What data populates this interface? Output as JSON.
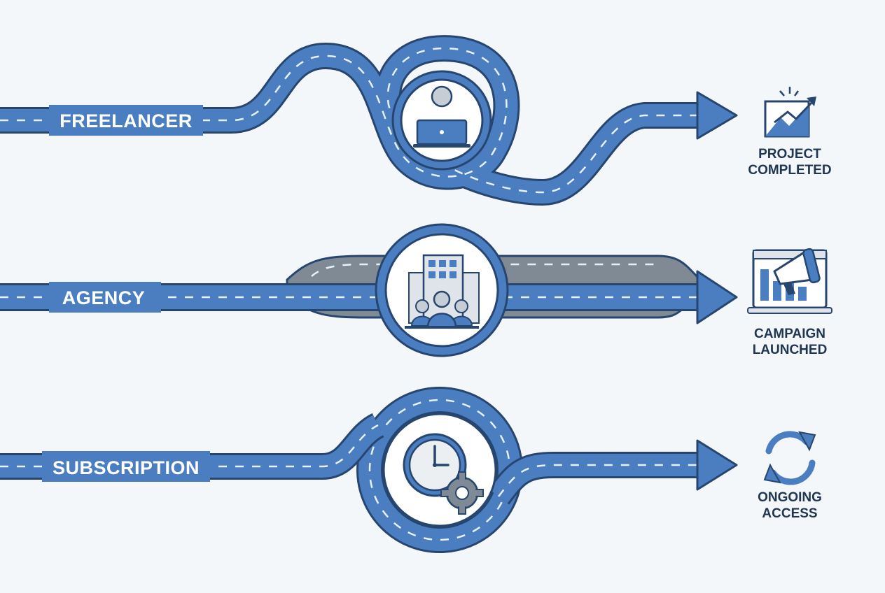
{
  "colors": {
    "background": "#f3f7fa",
    "road_blue": "#4a7ec0",
    "road_outline": "#27466f",
    "road_gray": "#7f8a95",
    "dash": "#e8f0f8",
    "icon_fill": "#4a7ec0",
    "text_dark": "#1f3550"
  },
  "paths": [
    {
      "id": "freelancer",
      "label": "FREELANCER",
      "center_icon": "freelancer-laptop-icon",
      "outcome_icon": "chart-growth-icon",
      "outcome_lines": [
        "PROJECT",
        "COMPLETED"
      ]
    },
    {
      "id": "agency",
      "label": "AGENCY",
      "center_icon": "agency-team-building-icon",
      "outcome_icon": "megaphone-dashboard-icon",
      "outcome_lines": [
        "CAMPAIGN",
        "LAUNCHED"
      ]
    },
    {
      "id": "subscription",
      "label": "SUBSCRIPTION",
      "center_icon": "clock-gear-icon",
      "outcome_icon": "refresh-cycle-icon",
      "outcome_lines": [
        "ONGOING",
        "ACCESS"
      ]
    }
  ]
}
